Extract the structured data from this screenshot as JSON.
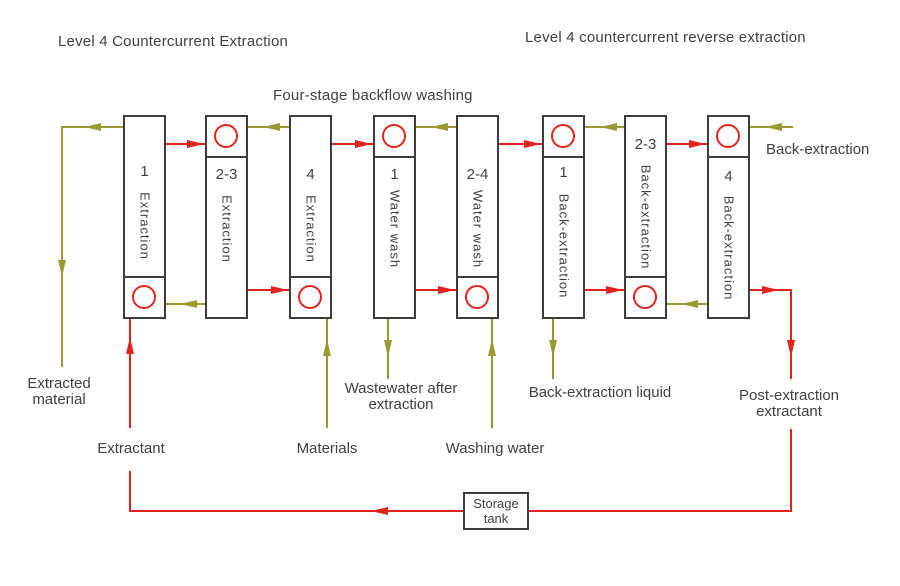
{
  "titles": {
    "left": "Level 4 Countercurrent Extraction",
    "right": "Level 4 countercurrent reverse extraction",
    "center": "Four-stage backflow washing"
  },
  "columns": [
    {
      "number": "1",
      "label": "Extraction"
    },
    {
      "number": "2-3",
      "label": "Extraction"
    },
    {
      "number": "4",
      "label": "Extraction"
    },
    {
      "number": "1",
      "label": "Water wash"
    },
    {
      "number": "2-4",
      "label": "Water wash"
    },
    {
      "number": "1",
      "label": "Back-extraction"
    },
    {
      "number": "2-3",
      "label": "Back-extraction"
    },
    {
      "number": "4",
      "label": "Back-extraction"
    }
  ],
  "streams": {
    "extracted_material_line1": "Extracted",
    "extracted_material_line2": "material",
    "extractant": "Extractant",
    "materials": "Materials",
    "wastewater_line1": "Wastewater after",
    "wastewater_line2": "extraction",
    "washing_water": "Washing water",
    "back_extraction_liquid": "Back-extraction liquid",
    "post_extraction_line1": "Post-extraction",
    "post_extraction_line2": "extractant",
    "back_extraction_feed": "Back-extraction",
    "storage_tank_line1": "Storage",
    "storage_tank_line2": "tank"
  },
  "colors": {
    "red": "#e3231e",
    "olive": "#9a9a33",
    "outline": "#3d3d3d",
    "text": "#414042"
  }
}
